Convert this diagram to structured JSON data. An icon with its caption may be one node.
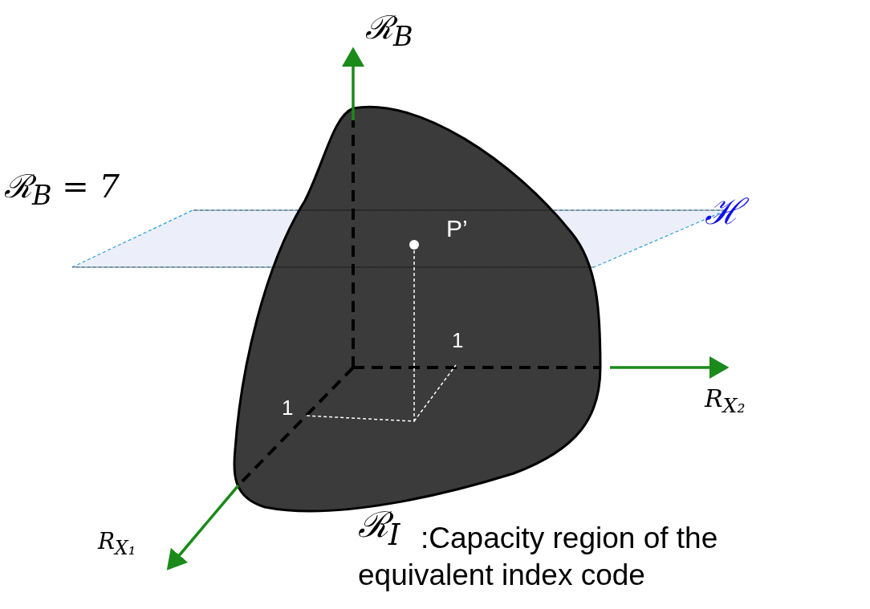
{
  "diagram": {
    "labels": [
      "ℛ$_{B}$",
      "ℛ$_{B}$ = 7",
      "ℋ",
      "P’",
      "1",
      "1",
      "R$_{X₂}$",
      "R$_{X₁}$",
      "ℛ$_{I}$",
      ":Capacity region of the equivalent index code"
    ]
  }
}
